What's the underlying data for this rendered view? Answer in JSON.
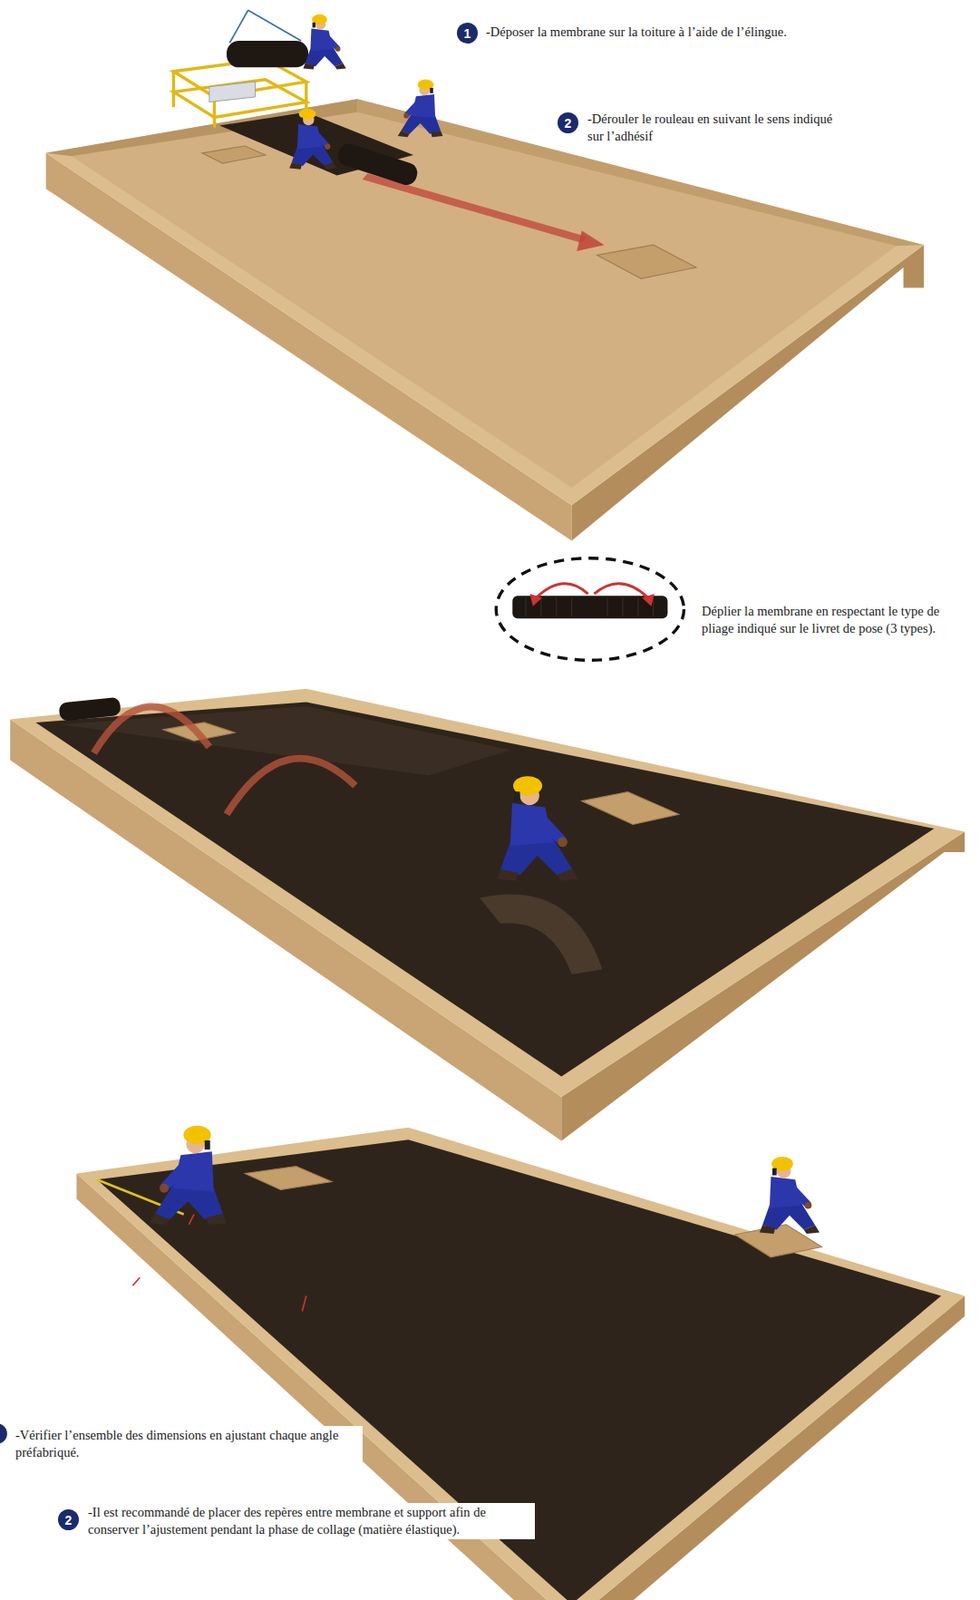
{
  "diagram": {
    "nodes": [
      {
        "text": [
          "1"
        ]
      },
      {
        "text": [
          "2"
        ]
      },
      {
        "text": [
          "2"
        ]
      }
    ],
    "labels": [
      "-Déposer la membrane sur la toiture à l’aide de l’élingue.",
      "-Dérouler le rouleau en suivant le sens indiqué sur l’adhésif",
      "Déplier la membrane en respectant le type de pliage indiqué sur le livret de pose (3 types).",
      "-Vérifier l’ensemble des dimensions en ajustant chaque angle préfabriqué.",
      "-Il est recommandé de placer des repères entre membrane et support afin de conserver l’ajustement pendant la phase de collage (matière élastique)."
    ]
  }
}
